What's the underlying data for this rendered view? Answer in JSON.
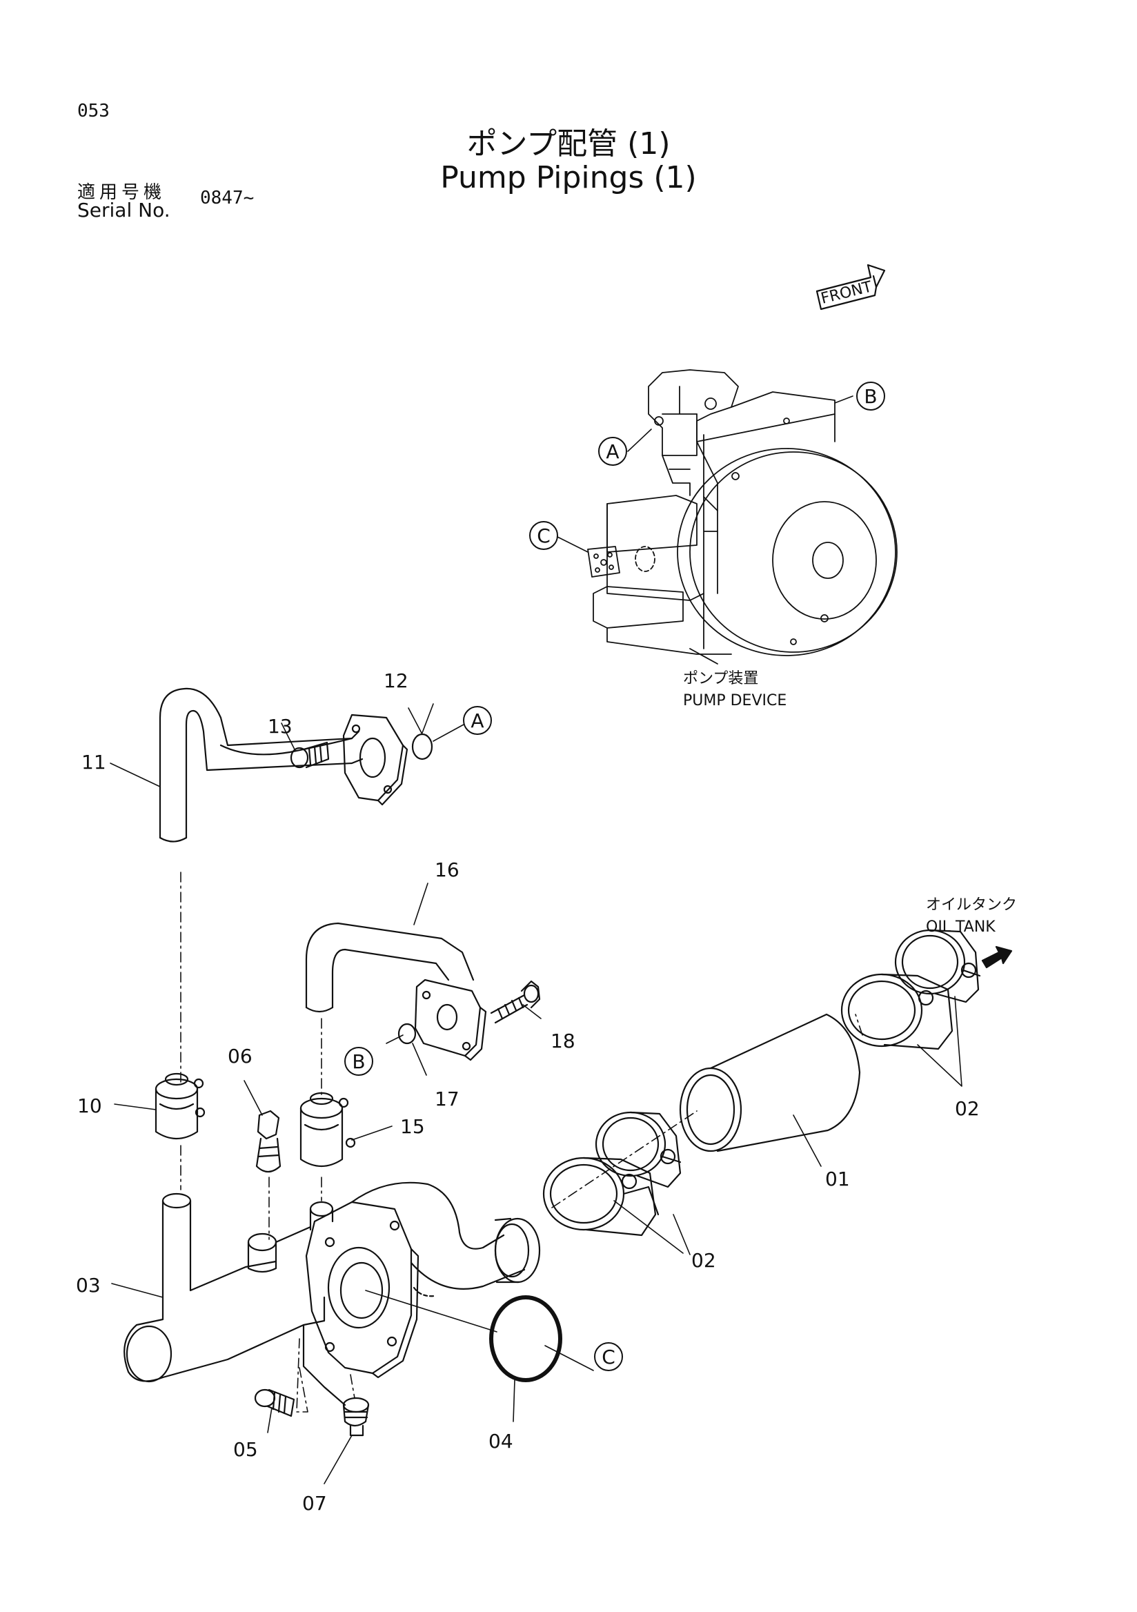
{
  "header": {
    "page_number": "053",
    "title_jp": "ポンプ配管 (1)",
    "title_en": "Pump Pipings (1)",
    "serial_label_jp": "適用号機",
    "serial_label_en": "Serial No.",
    "serial_value": "0847~"
  },
  "front_label": "FRONT",
  "pump_device": {
    "label_jp": "ポンプ装置",
    "label_en": "PUMP DEVICE"
  },
  "oil_tank": {
    "label_jp": "オイルタンク",
    "label_en": "OIL TANK"
  },
  "reference_markers": {
    "a1": "A",
    "a2": "A",
    "b1": "B",
    "b2": "B",
    "c1": "C",
    "c2": "C"
  },
  "part_numbers": {
    "p01": "01",
    "p02a": "02",
    "p02b": "02",
    "p03": "03",
    "p04": "04",
    "p05": "05",
    "p06": "06",
    "p07": "07",
    "p10": "10",
    "p11": "11",
    "p12": "12",
    "p13": "13",
    "p15": "15",
    "p16": "16",
    "p17": "17",
    "p18": "18"
  }
}
